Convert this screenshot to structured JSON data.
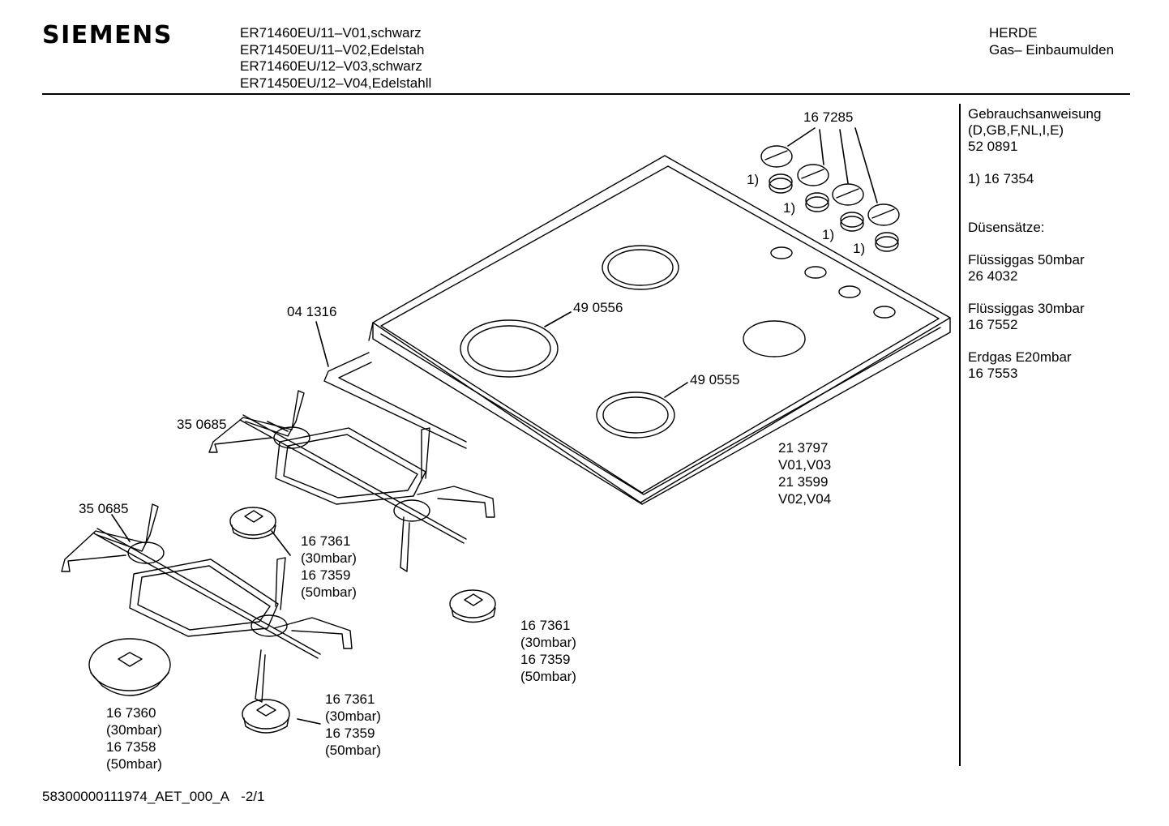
{
  "header": {
    "brand": "SIEMENS",
    "models": [
      "ER71460EU/11–V01,schwarz",
      "ER71450EU/11–V02,Edelstah",
      "ER71460EU/12–V03,schwarz",
      "ER71450EU/12–V04,Edelstahll"
    ],
    "category": "HERDE",
    "subcategory": "Gas– Einbaumulden"
  },
  "sidebar": {
    "manual_title": "Gebrauchsanweisung",
    "manual_langs": "(D,GB,F,NL,I,E)",
    "manual_number": "52 0891",
    "footnote": "1)  16 7354",
    "nozzle_title": "Düsensätze:",
    "nozzles": [
      {
        "name": "Flüssiggas 50mbar",
        "number": "26 4032"
      },
      {
        "name": "Flüssiggas 30mbar",
        "number": "16 7552"
      },
      {
        "name": "Erdgas E20mbar",
        "number": "16 7553"
      }
    ]
  },
  "parts": {
    "knob": "16 7285",
    "seal": "04 1316",
    "burner_ring_large": "49 0556",
    "burner_ring_small": "49 0555",
    "hob": [
      "21 3797",
      "V01,V03",
      "21 3599",
      "V02,V04"
    ],
    "grate_top": "35 0685",
    "grate_bottom": "35 0685",
    "cap_a": [
      "16 7361",
      "(30mbar)",
      "16 7359",
      "(50mbar)"
    ],
    "cap_b": [
      "16 7361",
      "(30mbar)",
      "16 7359",
      "(50mbar)"
    ],
    "cap_c": [
      "16 7361",
      "(30mbar)",
      "16 7359",
      "(50mbar)"
    ],
    "cap_large": [
      "16 7360",
      "(30mbar)",
      "16 7358",
      "(50mbar)"
    ],
    "footnote_marks": [
      "1)",
      "1)",
      "1)",
      "1)"
    ]
  },
  "footer": {
    "doc_id": "58300000111974_AET_000_A",
    "page": "-2/1"
  }
}
